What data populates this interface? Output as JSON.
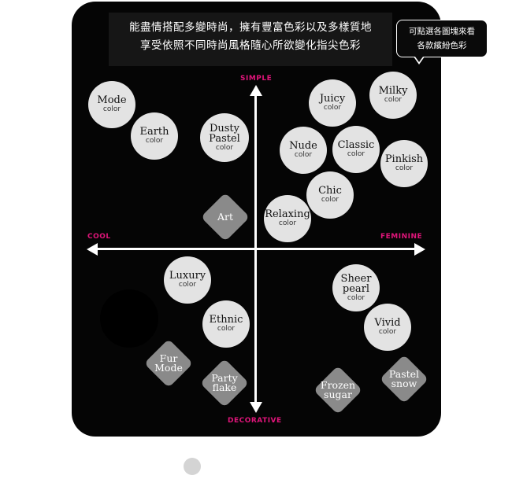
{
  "intro": {
    "line1": "能盡情搭配多變時尚，擁有豐富色彩以及多樣質地",
    "line2": "享受依照不同時尚風格隨心所欲變化指尖色彩"
  },
  "tip": {
    "line1": "可點選各圖塊來看",
    "line2": "各款繽紛色彩"
  },
  "axes": {
    "top": "SIMPLE",
    "bottom": "DECORATIVE",
    "left": "COOL",
    "right": "FEMININE"
  },
  "colors": {
    "accent": "#e0157a",
    "bubble": "#e3e3e3",
    "diamond": "#8a8a8a",
    "board": "#050505"
  },
  "circles": {
    "mode": {
      "name": "Mode",
      "sub": "color"
    },
    "earth": {
      "name": "Earth",
      "sub": "color"
    },
    "dusty": {
      "name": "Dusty\nPastel",
      "sub": "color"
    },
    "juicy": {
      "name": "Juicy",
      "sub": "color"
    },
    "milky": {
      "name": "Milky",
      "sub": "color"
    },
    "nude": {
      "name": "Nude",
      "sub": "color"
    },
    "classic": {
      "name": "Classic",
      "sub": "color"
    },
    "pinkish": {
      "name": "Pinkish",
      "sub": "color"
    },
    "chic": {
      "name": "Chic",
      "sub": "color"
    },
    "relaxing": {
      "name": "Relaxing",
      "sub": "color"
    },
    "luxury": {
      "name": "Luxury",
      "sub": "color"
    },
    "ethnic": {
      "name": "Ethnic",
      "sub": "color"
    },
    "sheer": {
      "name": "Sheer\npearl",
      "sub": "color"
    },
    "vivid": {
      "name": "Vivid",
      "sub": "color"
    }
  },
  "diamonds": {
    "art": "Art",
    "fur": "Fur\nMode",
    "party": "Party\nflake",
    "frozen": "Frozen\nsugar",
    "pastel_snow": "Pastel\nsnow"
  }
}
